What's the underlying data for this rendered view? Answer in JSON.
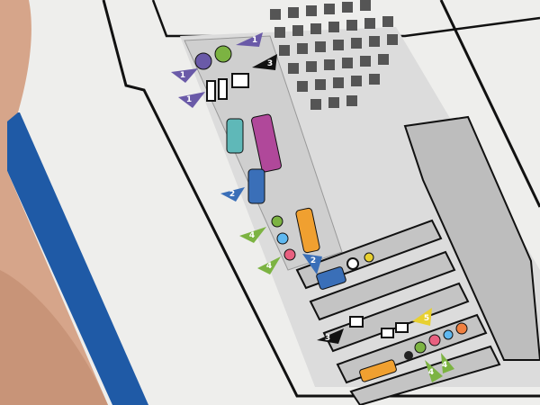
{
  "colors": {
    "paper": "#f2f2f0",
    "panel_gray": "#c9c9c9",
    "blue_strip": "#1f5aa6",
    "skin": "#d9a98d",
    "purple": "#6a5aa8",
    "green": "#7cb342",
    "teal": "#5fb8b8",
    "magenta": "#b0489a",
    "vga_blue": "#3a6fb8",
    "orange": "#f0a030",
    "yellow": "#e8d030",
    "black": "#111111"
  },
  "callouts": [
    {
      "label": "1",
      "color": "#6a5aa8"
    },
    {
      "label": "1",
      "color": "#6a5aa8"
    },
    {
      "label": "1",
      "color": "#6a5aa8"
    },
    {
      "label": "3",
      "color": "#111111"
    },
    {
      "label": "2",
      "color": "#3a6fb8"
    },
    {
      "label": "4",
      "color": "#7cb342"
    },
    {
      "label": "4",
      "color": "#7cb342"
    },
    {
      "label": "2",
      "color": "#3a6fb8"
    },
    {
      "label": "3",
      "color": "#111111"
    },
    {
      "label": "5",
      "color": "#e8d030"
    },
    {
      "label": "4",
      "color": "#7cb342"
    },
    {
      "label": "4",
      "color": "#7cb342"
    }
  ]
}
